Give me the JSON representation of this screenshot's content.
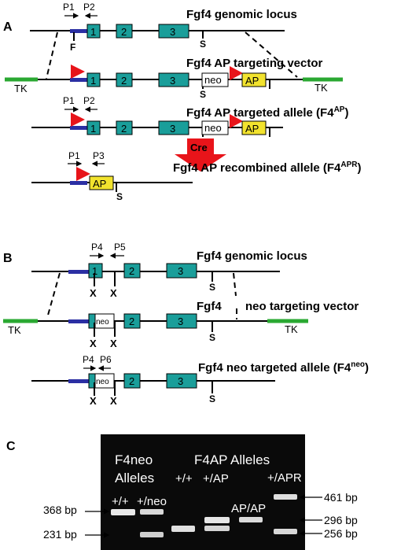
{
  "panelA": {
    "letter": "A",
    "rows": {
      "genomic": {
        "title": "Fgf4 genomic locus"
      },
      "vector": {
        "title": "Fgf4 AP targeting vector"
      },
      "targeted": {
        "title_main": "Fgf4 AP targeted allele (F4",
        "title_sup": "AP",
        "title_end": ")"
      },
      "recombined": {
        "title_main": "Fgf4 AP recombined allele (F4",
        "title_sup": "APR",
        "title_end": ")"
      }
    },
    "exons": [
      "1",
      "2",
      "3"
    ],
    "primers": {
      "p1": "P1",
      "p2": "P2",
      "p3": "P3"
    },
    "site_s": "S",
    "site_f": "F",
    "tk": "TK",
    "neo": "neo",
    "ap": "AP",
    "cre": "Cre"
  },
  "panelB": {
    "letter": "B",
    "rows": {
      "genomic": {
        "title": "Fgf4 genomic locus"
      },
      "vector": {
        "title_left": "Fgf4",
        "title_right": "neo targeting vector"
      },
      "targeted": {
        "title_main": "Fgf4 neo targeted allele (F4",
        "title_sup": "neo",
        "title_end": ")"
      }
    },
    "primers": {
      "p4": "P4",
      "p5": "P5",
      "p6": "P6"
    },
    "site_x": "X"
  },
  "panelC": {
    "letter": "C",
    "group1": {
      "line1": "F4neo",
      "line2": "Alleles"
    },
    "group2": {
      "line1": "F4AP Alleles"
    },
    "lanes": {
      "wt1": "+/+",
      "neo": "+/neo",
      "wt2": "+/+",
      "ap": "+/AP",
      "apap": "AP/AP",
      "apr": "+/APR"
    },
    "markers_left": [
      "368 bp",
      "231 bp"
    ],
    "markers_right": [
      "461 bp",
      "296 bp",
      "256 bp"
    ]
  },
  "colors": {
    "exon": "#1a9e9a",
    "promoter": "#2b2fa3",
    "tk": "#2aa832",
    "ap": "#f2e32e",
    "loxp": "#e8141a",
    "cre": "#e8141a"
  }
}
